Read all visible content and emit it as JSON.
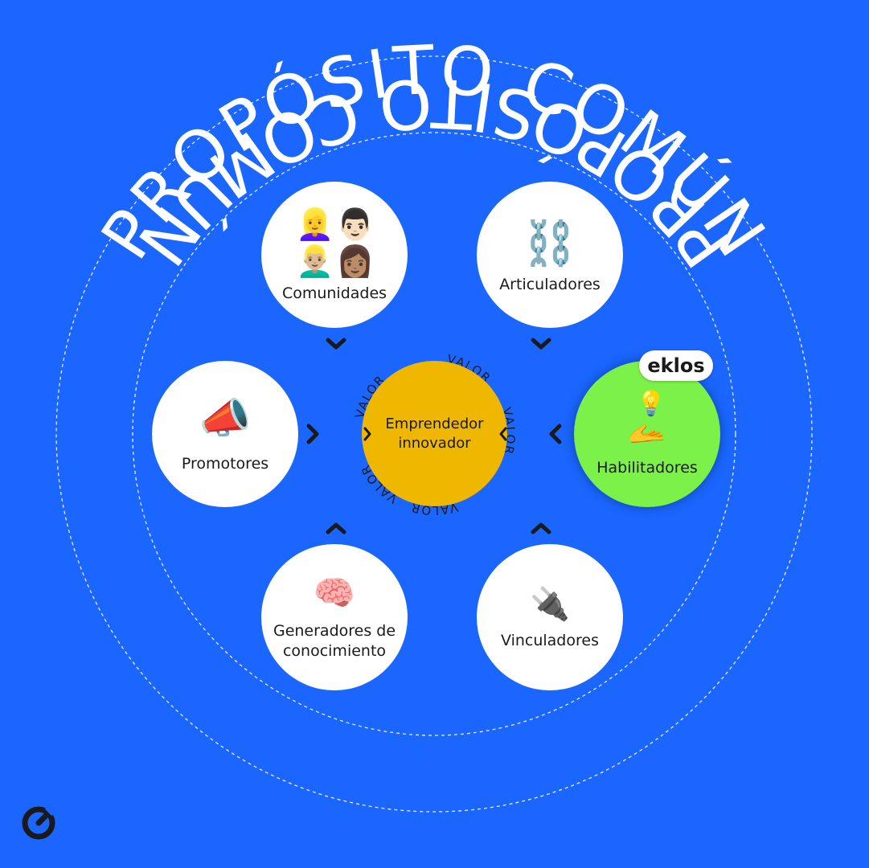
{
  "banner": {
    "top": "PROPÓSITO COMÚN",
    "bottom": "PROPÓSITO COMÚN"
  },
  "center": {
    "line1": "Emprendedor",
    "line2": "innovador"
  },
  "valor_label": "VALOR",
  "nodes": {
    "comunidades": {
      "label": "Comunidades",
      "emoji": [
        "👱‍♀️",
        "👨🏻",
        "👱🏼‍♂️",
        "👩🏽"
      ]
    },
    "articuladores": {
      "label": "Articuladores",
      "emoji": "⛓️"
    },
    "promotores": {
      "label": "Promotores",
      "emoji": "📣"
    },
    "habilitadores": {
      "label": "Habilitadores",
      "emoji": "💡",
      "hand": "🫴"
    },
    "generadores": {
      "line1": "Generadores de",
      "line2": "conocimiento",
      "emoji": "🧠"
    },
    "vinculadores": {
      "label": "Vinculadores",
      "emoji": "🔌"
    }
  },
  "badge": {
    "text": "eklos"
  },
  "colors": {
    "background": "#1a66ff",
    "center": "#f0b700",
    "highlight": "#7cf14a",
    "node": "#ffffff"
  },
  "icons": [
    "chevron-down-icon",
    "chevron-right-icon",
    "chevron-left-icon",
    "chevron-up-icon",
    "brand-logo-icon"
  ]
}
